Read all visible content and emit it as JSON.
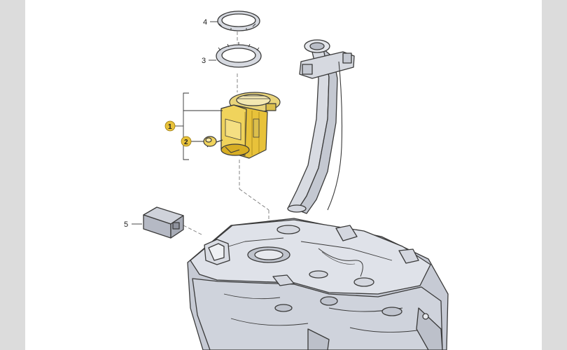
{
  "callouts": {
    "c1": "1",
    "c2": "2",
    "c3": "3",
    "c4": "4",
    "c5": "5"
  },
  "colors": {
    "highlight": "#e8c23a",
    "highlight_stroke": "#9a7a12",
    "part_fill": "#d4d7df",
    "part_stroke": "#3a3a3a",
    "page_bg": "#ffffff",
    "side_bg": "#dcdcdc"
  },
  "parts": [
    {
      "callout": "1",
      "name": "fuel-pump-module",
      "highlighted": true
    },
    {
      "callout": "2",
      "name": "fuel-level-sender",
      "highlighted": true
    },
    {
      "callout": "3",
      "name": "seal-ring",
      "highlighted": false
    },
    {
      "callout": "4",
      "name": "locking-ring",
      "highlighted": false
    },
    {
      "callout": "5",
      "name": "control-unit",
      "highlighted": false
    }
  ]
}
